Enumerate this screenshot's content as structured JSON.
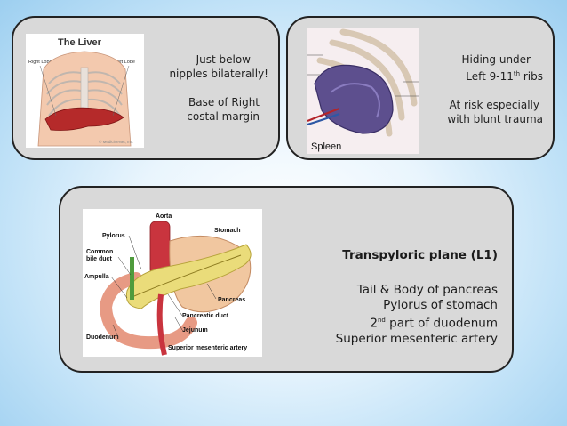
{
  "liver": {
    "figure": {
      "title": "The Liver",
      "right_lobe": "Right Lobe",
      "left_lobe": "Left Lobe",
      "credit": "© MedicineNet, Inc."
    },
    "line1": "Just below",
    "line2": "nipples bilaterally!",
    "line3": "Base of Right",
    "line4": "costal margin"
  },
  "spleen": {
    "figure": {
      "label": "Spleen"
    },
    "line1": "Hiding under",
    "line2_a": "Left 9-11",
    "line2_sup": "th",
    "line2_b": " ribs",
    "line3": "At risk especially",
    "line4": "with blunt trauma"
  },
  "pancreas": {
    "figure": {
      "aorta": "Aorta",
      "stomach": "Stomach",
      "pylorus": "Pylorus",
      "common_bile_duct_1": "Common",
      "common_bile_duct_2": "bile duct",
      "ampulla": "Ampulla",
      "pancreas": "Pancreas",
      "pancreatic_duct": "Pancreatic duct",
      "jejunum": "Jejunum",
      "duodenum": "Duodenum",
      "sma": "Superior mesenteric artery"
    },
    "title": "Transpyloric plane (L1)",
    "line1": "Tail & Body of pancreas",
    "line2": "Pylorus of stomach",
    "line3_sup": "nd",
    "line3_pre": "2",
    "line3_post": " part of duodenum",
    "line4": "Superior mesenteric artery"
  }
}
